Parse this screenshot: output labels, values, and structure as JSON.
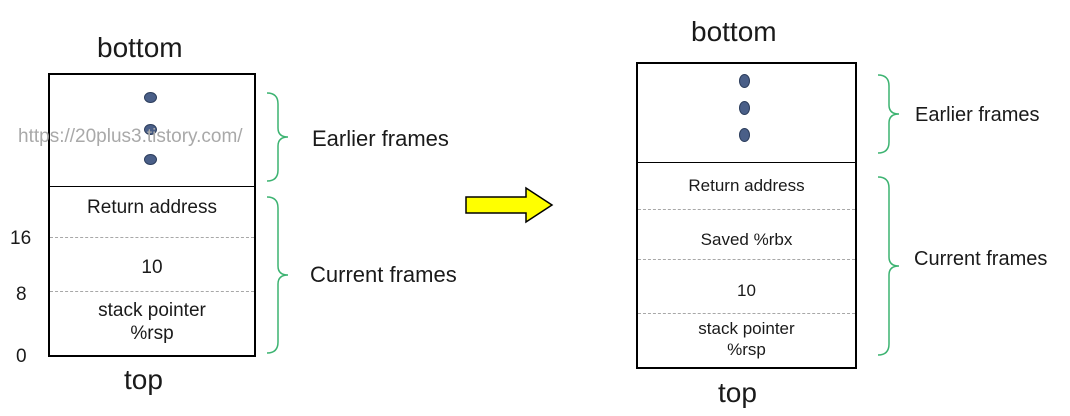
{
  "left": {
    "bottom_label": "bottom",
    "top_label": "top",
    "cells": {
      "return_address": "Return address",
      "value": "10",
      "stack_pointer_line1": "stack pointer",
      "stack_pointer_line2": "%rsp"
    },
    "offsets": [
      "16",
      "8",
      "0"
    ],
    "brace_labels": {
      "earlier": "Earlier frames",
      "current": "Current frames"
    }
  },
  "right": {
    "bottom_label": "bottom",
    "top_label": "top",
    "cells": {
      "return_address": "Return address",
      "saved_rbx": "Saved %rbx",
      "value": "10",
      "stack_pointer_line1": "stack pointer",
      "stack_pointer_line2": "%rsp"
    },
    "brace_labels": {
      "earlier": "Earlier frames",
      "current": "Current frames"
    }
  },
  "watermark": "https://20plus3.tistory.com/",
  "colors": {
    "brace": "#3cb371",
    "arrow_fill": "#ffff00",
    "dot": "#4a5f88"
  }
}
